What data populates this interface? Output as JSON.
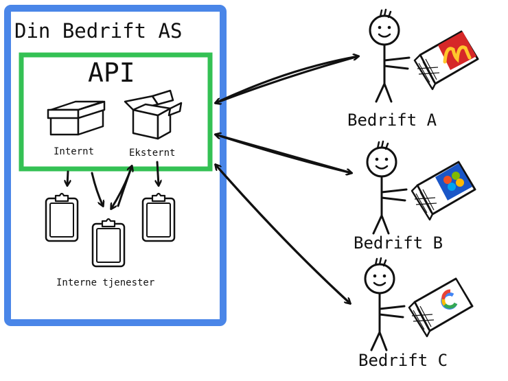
{
  "company": {
    "title": "Din Bedrift AS"
  },
  "api": {
    "title": "API",
    "internal_label": "Internt",
    "external_label": "Eksternt"
  },
  "internal_services": {
    "label": "Interne tjenester"
  },
  "partners": [
    {
      "label": "Bedrift A",
      "logo": "mcdonalds-logo-icon"
    },
    {
      "label": "Bedrift B",
      "logo": "microsoft-logo-icon"
    },
    {
      "label": "Bedrift C",
      "logo": "google-logo-icon"
    }
  ],
  "colors": {
    "company_border": "#4a86e8",
    "api_border": "#34c154",
    "ink": "#111111"
  }
}
